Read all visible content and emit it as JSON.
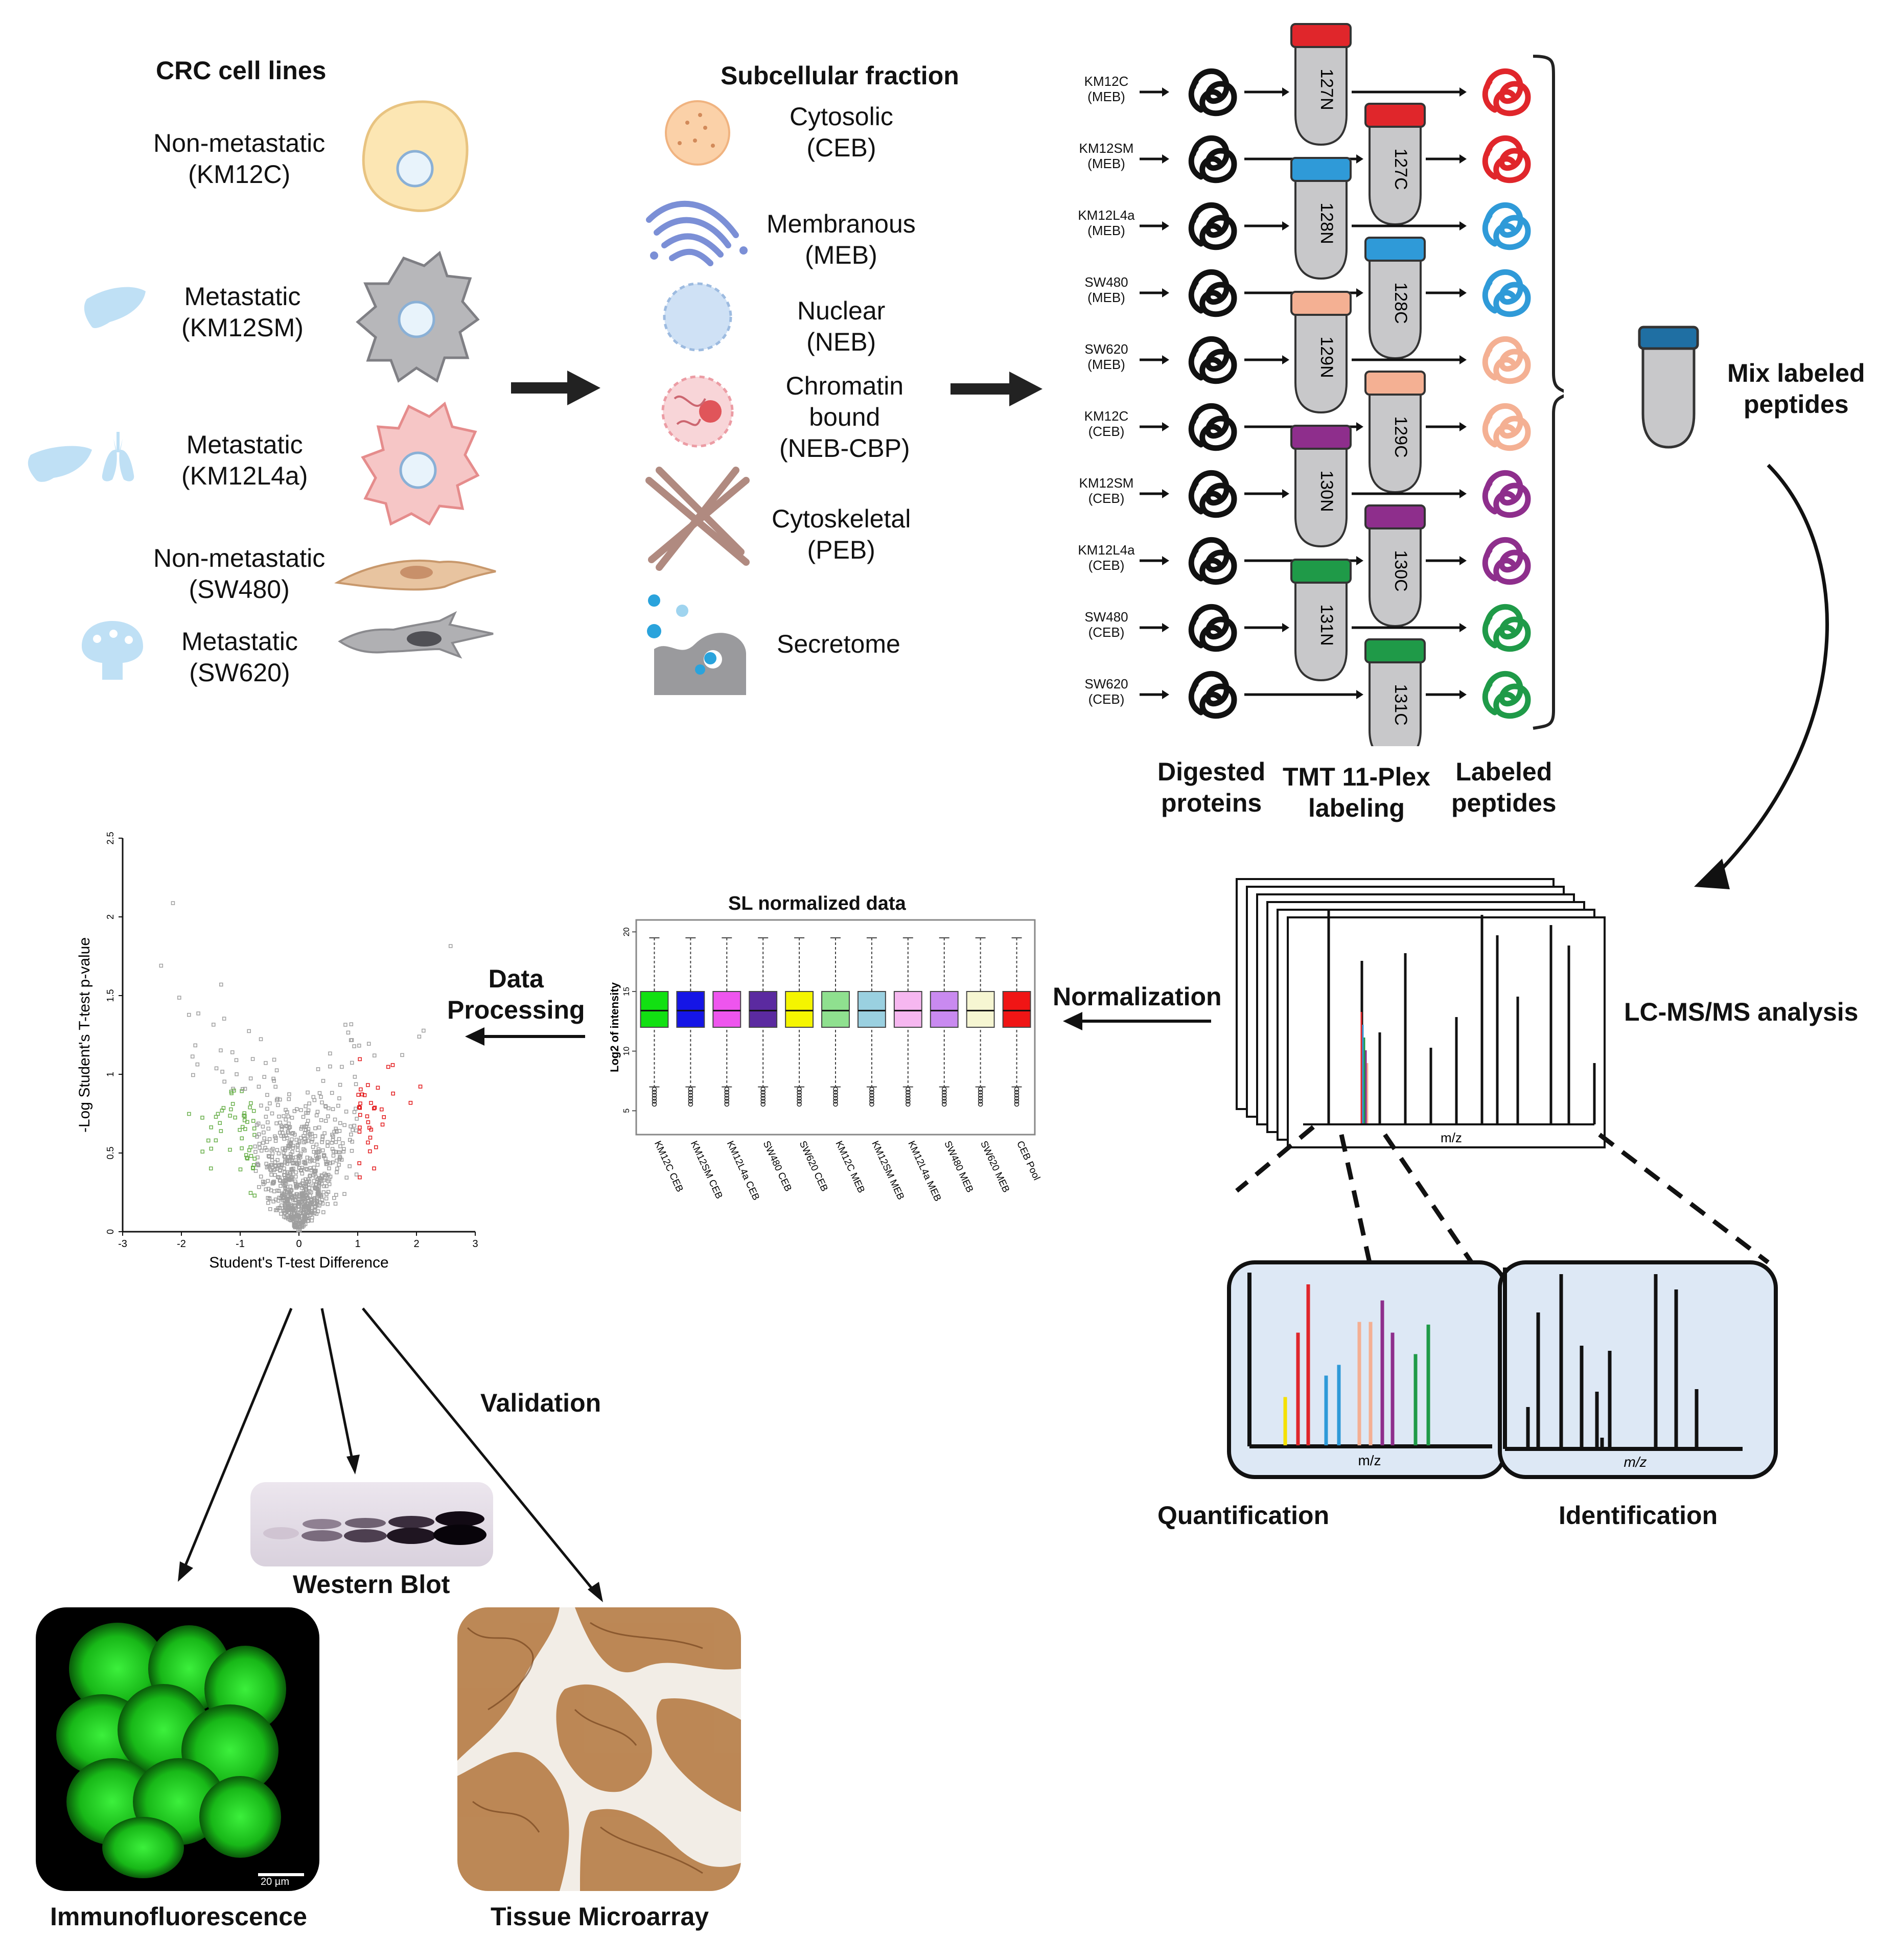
{
  "cell_lines": {
    "title": "CRC cell lines",
    "items": [
      {
        "name": "Non-metastatic",
        "code": "(KM12C)"
      },
      {
        "name": "Metastatic",
        "code": "(KM12SM)"
      },
      {
        "name": "Metastatic",
        "code": "(KM12L4a)"
      },
      {
        "name": "Non-metastatic",
        "code": "(SW480)"
      },
      {
        "name": "Metastatic",
        "code": "(SW620)"
      }
    ]
  },
  "fractions": {
    "title": "Subcellular fraction",
    "items": [
      {
        "line1": "Cytosolic",
        "line2": "(CEB)",
        "line3": ""
      },
      {
        "line1": "Membranous",
        "line2": "(MEB)",
        "line3": ""
      },
      {
        "line1": "Nuclear",
        "line2": "(NEB)",
        "line3": ""
      },
      {
        "line1": "Chromatin",
        "line2": "bound",
        "line3": "(NEB-CBP)"
      },
      {
        "line1": "Cytoskeletal",
        "line2": "(PEB)",
        "line3": ""
      },
      {
        "line1": "Secretome",
        "line2": "",
        "line3": ""
      }
    ]
  },
  "tmt": {
    "samples": [
      {
        "name": "KM12C",
        "fraction": "(MEB)",
        "tag": "127N",
        "color": "#e0262b"
      },
      {
        "name": "KM12SM",
        "fraction": "(MEB)",
        "tag": "127C",
        "color": "#e0262b"
      },
      {
        "name": "KM12L4a",
        "fraction": "(MEB)",
        "tag": "128N",
        "color": "#2f9ad8"
      },
      {
        "name": "SW480",
        "fraction": "(MEB)",
        "tag": "128C",
        "color": "#2f9ad8"
      },
      {
        "name": "SW620",
        "fraction": "(MEB)",
        "tag": "129N",
        "color": "#f4b093"
      },
      {
        "name": "KM12C",
        "fraction": "(CEB)",
        "tag": "129C",
        "color": "#f4b093"
      },
      {
        "name": "KM12SM",
        "fraction": "(CEB)",
        "tag": "130N",
        "color": "#8e2e8c"
      },
      {
        "name": "KM12L4a",
        "fraction": "(CEB)",
        "tag": "130C",
        "color": "#8e2e8c"
      },
      {
        "name": "SW480",
        "fraction": "(CEB)",
        "tag": "131N",
        "color": "#1f9a48"
      },
      {
        "name": "SW620",
        "fraction": "(CEB)",
        "tag": "131C",
        "color": "#1f9a48"
      }
    ],
    "digested_label": [
      "Digested",
      "proteins"
    ],
    "tmt_label": [
      "TMT 11-Plex",
      "labeling"
    ],
    "labeled_label": [
      "Labeled",
      "peptides"
    ],
    "mix_label": [
      "Mix labeled",
      "peptides"
    ],
    "mix_tube_color": "#1f6fa3"
  },
  "lcms": {
    "title": "LC-MS/MS analysis",
    "axis": "m/z",
    "quant_label": "Quantification",
    "ident_label": "Identification",
    "panel_fill": "#dde8f5"
  },
  "normalization_label": "Normalization",
  "boxplot": {
    "title": "SL normalized data",
    "ylabel": "Log2 of intensity",
    "yticks": [
      "5",
      "10",
      "15",
      "20"
    ],
    "categories": [
      "KM12C CEB",
      "KM12SM CEB",
      "KM12L4a CEB",
      "SW480 CEB",
      "SW620 CEB",
      "KM12C MEB",
      "KM12SM MEB",
      "KM12L4a MEB",
      "SW480 MEB",
      "SW620 MEB",
      "CEB Pool"
    ],
    "colors": [
      "#12e012",
      "#1515e6",
      "#ee55ee",
      "#5b2aa0",
      "#f5f500",
      "#8fe08f",
      "#9ad0e0",
      "#f6b7f0",
      "#c98af0",
      "#f6f6d2",
      "#f01515"
    ]
  },
  "data_processing_label": [
    "Data",
    "Processing"
  ],
  "volcano": {
    "xlabel": "Student's T-test Difference",
    "ylabel": "-Log Student's T-test p-value",
    "xticks": [
      "-3",
      "-2",
      "-1",
      "0",
      "1",
      "2",
      "3"
    ],
    "yticks": [
      "0",
      "0.5",
      "1",
      "1.5",
      "2",
      "2.5"
    ],
    "colors": {
      "down": "#6ab04c",
      "up": "#e31a1c",
      "ns": "#9e9e9e"
    }
  },
  "validation_label": "Validation",
  "western_label": "Western Blot",
  "if_label": "Immunofluorescence",
  "scale_bar": "20 µm",
  "tma_label": "Tissue Microarray"
}
